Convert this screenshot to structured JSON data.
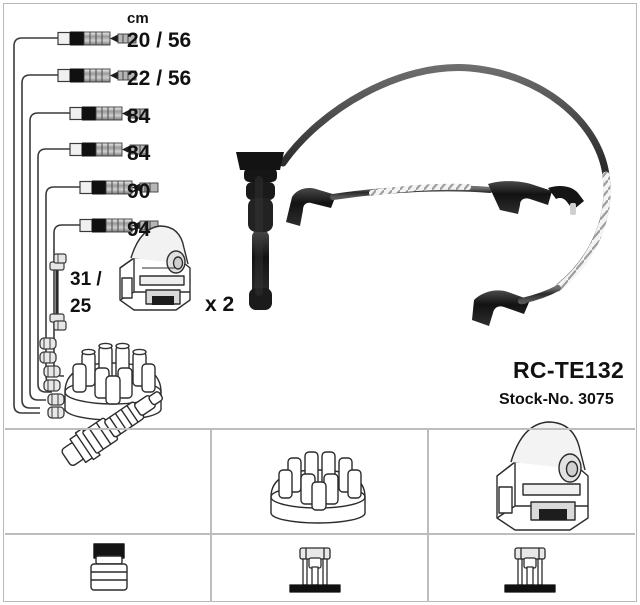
{
  "product": {
    "code": "RC-TE132",
    "stock_label": "Stock-No. 3075"
  },
  "measurements": {
    "unit_header": "cm",
    "rows": [
      {
        "id": "row-1",
        "value": "20 / 56"
      },
      {
        "id": "row-2",
        "value": "22 / 56"
      },
      {
        "id": "row-3",
        "value": "84"
      },
      {
        "id": "row-4",
        "value": "84"
      },
      {
        "id": "row-5",
        "value": "90"
      },
      {
        "id": "row-6",
        "value": "94"
      }
    ],
    "short_lead": {
      "line1": "31 /",
      "line2": "25"
    }
  },
  "coil": {
    "quantity_label": "x 2"
  },
  "legend": {
    "cells": [
      {
        "id": "spark-plug",
        "icon": "spark-plug-icon"
      },
      {
        "id": "distributor-cap",
        "icon": "distributor-cap-icon"
      },
      {
        "id": "ignition-coil",
        "icon": "ignition-coil-icon"
      },
      {
        "id": "plug-boot-terminal",
        "icon": "plug-boot-terminal-icon"
      },
      {
        "id": "cap-terminal",
        "icon": "cap-terminal-icon"
      },
      {
        "id": "coil-terminal",
        "icon": "coil-terminal-icon"
      }
    ]
  },
  "colors": {
    "border": "#b9b9b9",
    "divider": "#bdbdbd",
    "ink": "#111111",
    "cable_dark": "#3a3a3a",
    "metal_gray": "#8c8c8c",
    "light_gray": "#d8d8d8",
    "boot_black": "#1a1a1a"
  }
}
